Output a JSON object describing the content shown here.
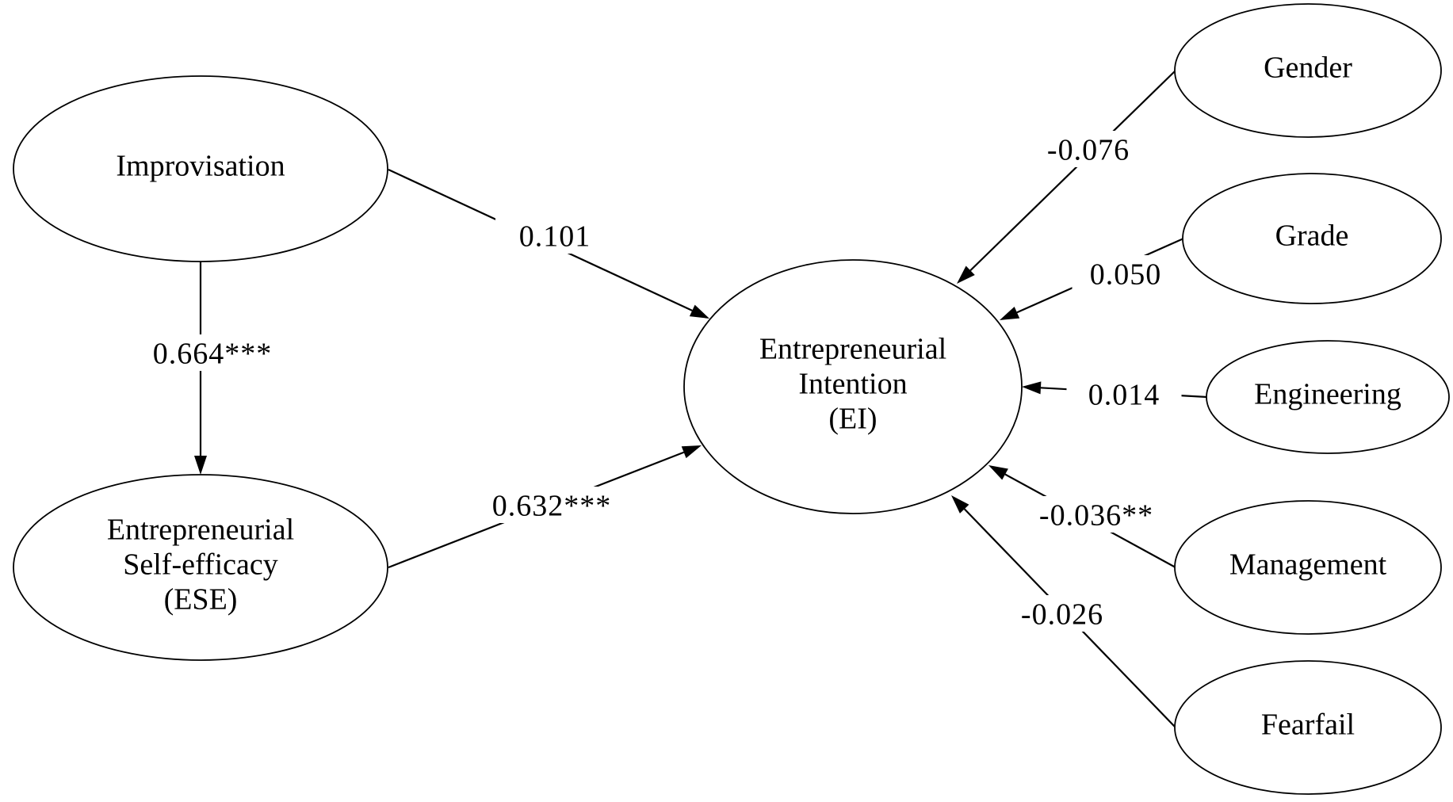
{
  "nodes": {
    "improvisation": {
      "lines": [
        "Improvisation"
      ]
    },
    "ese": {
      "lines": [
        "Entrepreneurial",
        "Self-efficacy",
        "(ESE)"
      ]
    },
    "ei": {
      "lines": [
        "Entrepreneurial",
        "Intention",
        "(EI)"
      ]
    },
    "gender": {
      "lines": [
        "Gender"
      ]
    },
    "grade": {
      "lines": [
        "Grade"
      ]
    },
    "engineering": {
      "lines": [
        "Engineering"
      ]
    },
    "management": {
      "lines": [
        "Management"
      ]
    },
    "fearfail": {
      "lines": [
        "Fearfail"
      ]
    }
  },
  "paths": [
    {
      "id": "improvisation-to-ei",
      "from": "improvisation",
      "to": "ei",
      "coefficient": "0.101"
    },
    {
      "id": "improvisation-to-ese",
      "from": "improvisation",
      "to": "ese",
      "coefficient": "0.664***"
    },
    {
      "id": "ese-to-ei",
      "from": "ese",
      "to": "ei",
      "coefficient": "0.632***"
    },
    {
      "id": "gender-to-ei",
      "from": "gender",
      "to": "ei",
      "coefficient": "-0.076"
    },
    {
      "id": "grade-to-ei",
      "from": "grade",
      "to": "ei",
      "coefficient": "0.050"
    },
    {
      "id": "engineering-to-ei",
      "from": "engineering",
      "to": "ei",
      "coefficient": "0.014"
    },
    {
      "id": "management-to-ei",
      "from": "management",
      "to": "ei",
      "coefficient": "-0.036**"
    },
    {
      "id": "fearfail-to-ei",
      "from": "fearfail",
      "to": "ei",
      "coefficient": "-0.026"
    }
  ]
}
